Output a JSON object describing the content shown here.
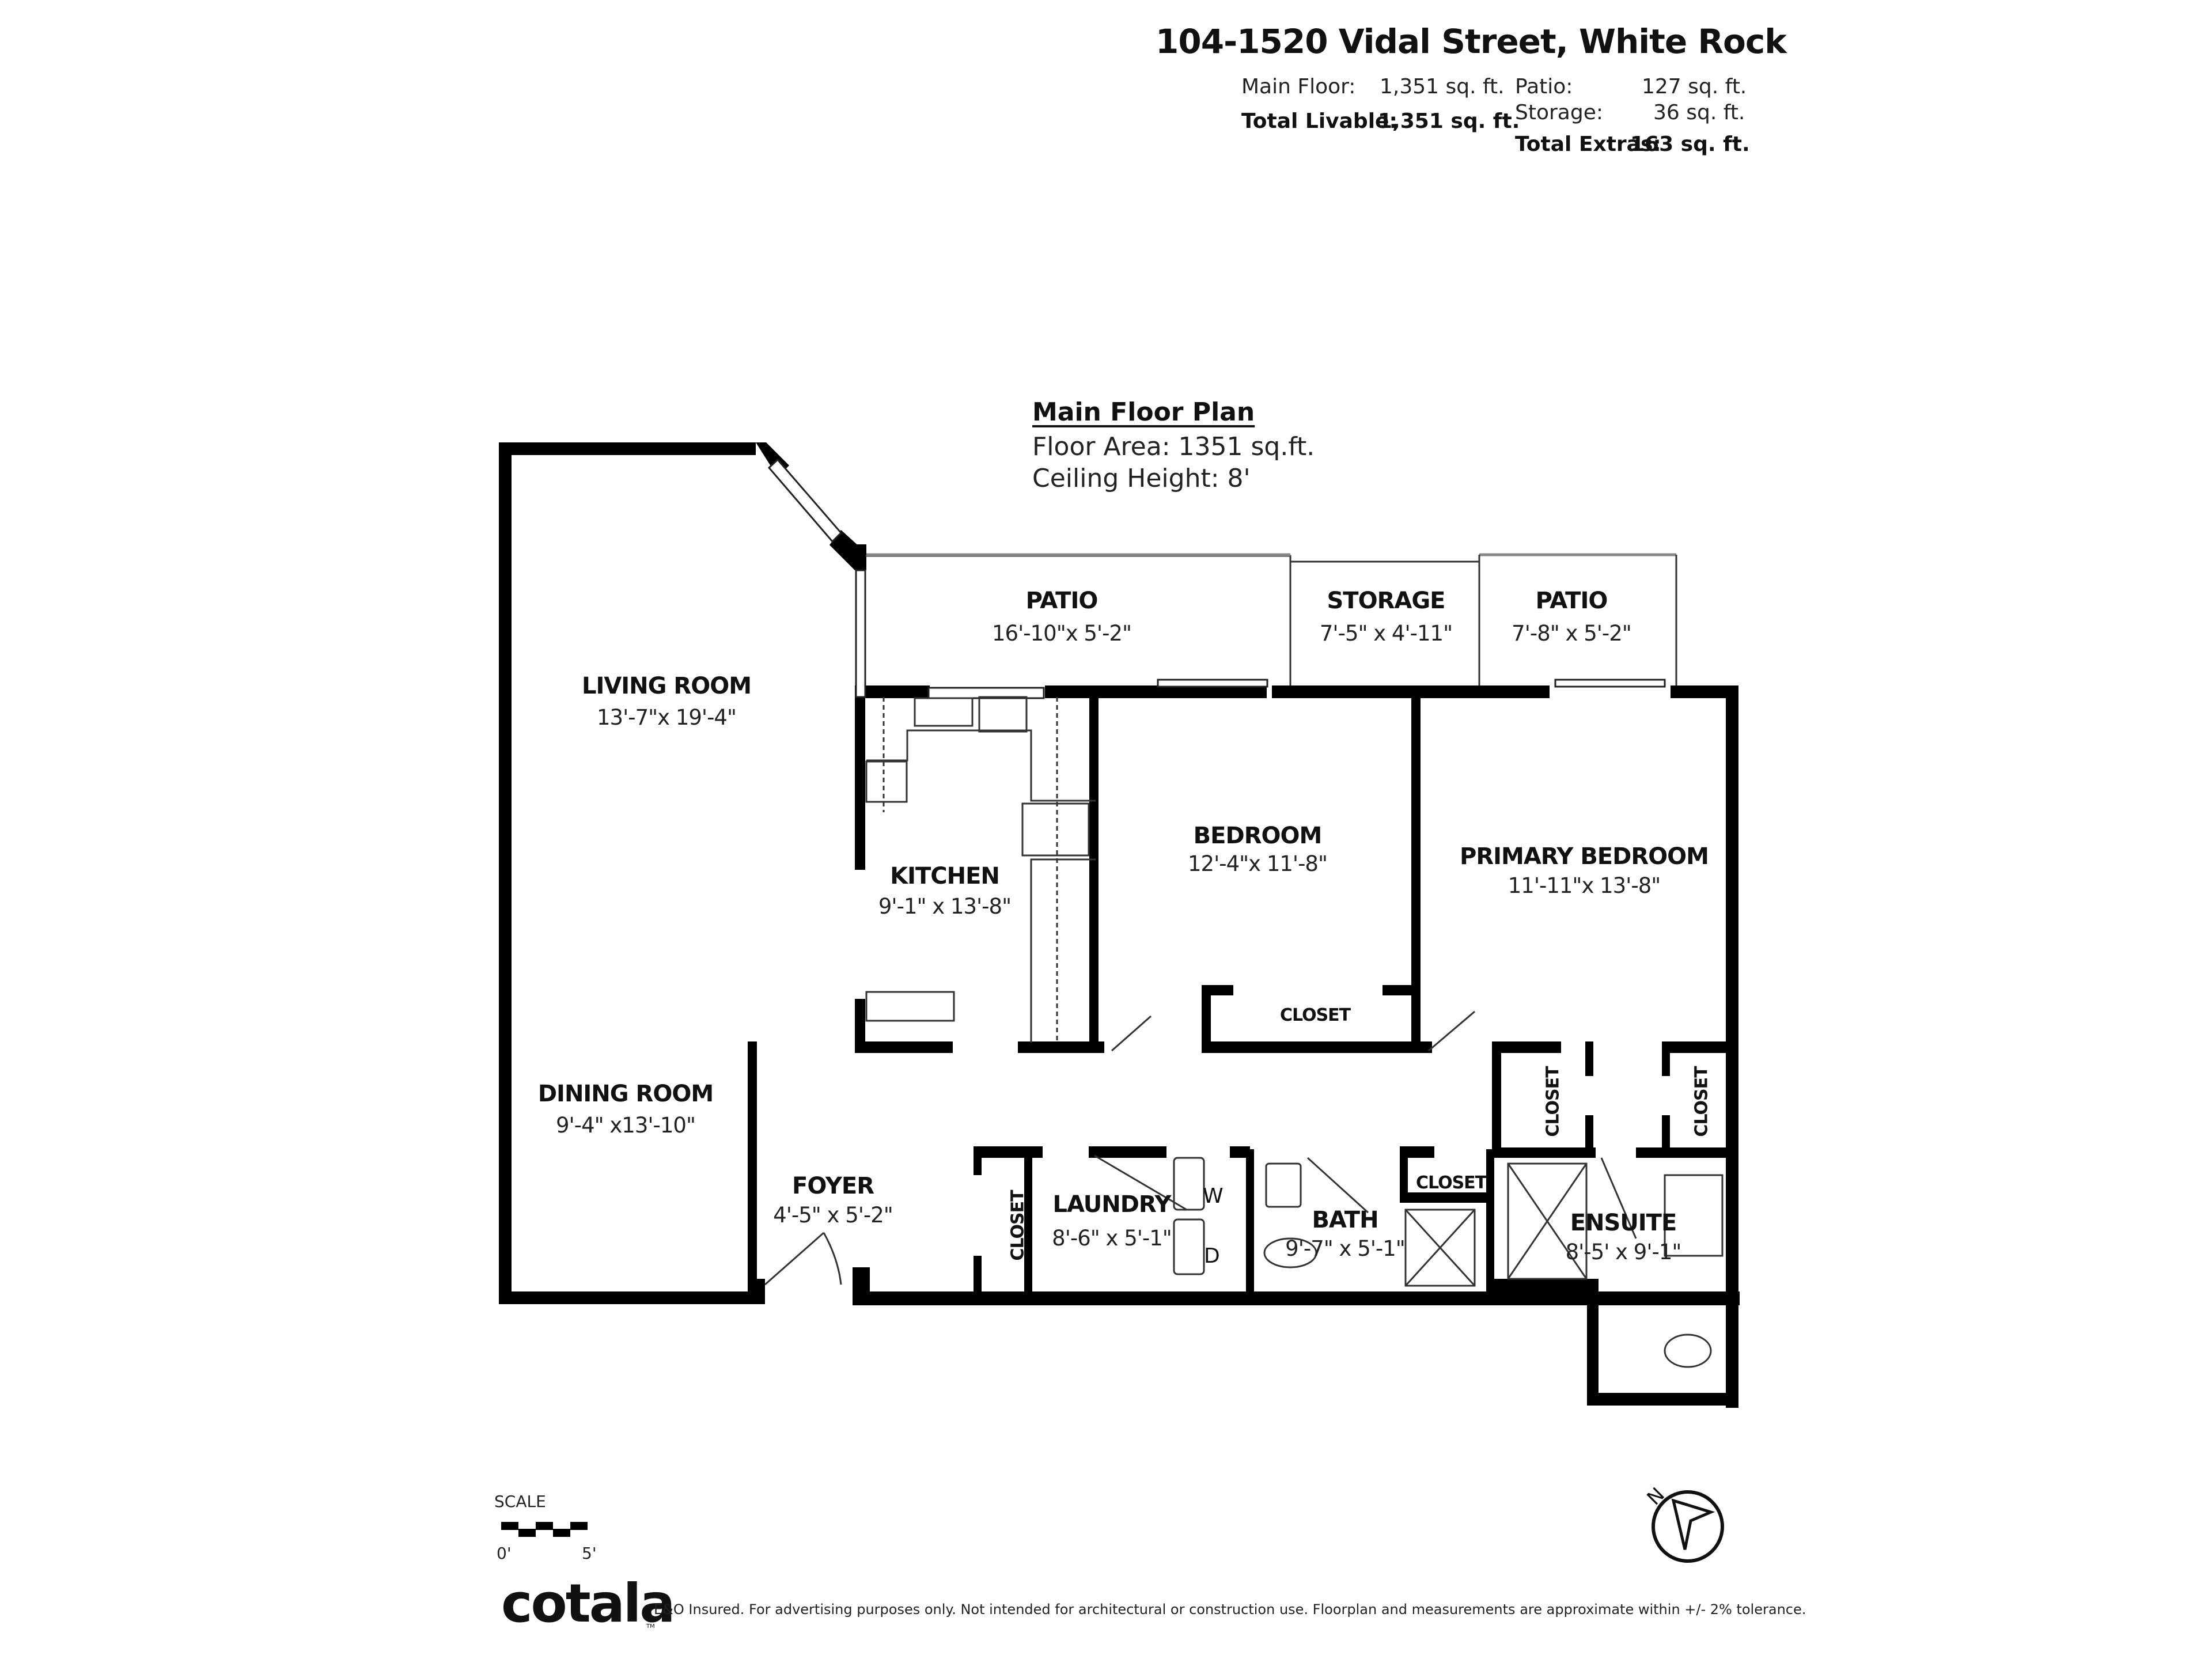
{
  "header": {
    "address": "104-1520 Vidal Street, White Rock",
    "main_floor_label": "Main Floor:",
    "main_floor_value": "1,351 sq. ft.",
    "total_livable_label": "Total Livable:",
    "total_livable_value": "1,351 sq. ft.",
    "patio_label": "Patio:",
    "patio_value": "127 sq. ft.",
    "storage_label": "Storage:",
    "storage_value": "36 sq. ft.",
    "total_extras_label": "Total Extras:",
    "total_extras_value": "163 sq. ft."
  },
  "plan_header": {
    "title": "Main Floor Plan",
    "floor_area": "Floor Area: 1351 sq.ft.",
    "ceiling_height": "Ceiling Height: 8'"
  },
  "rooms": {
    "patio_left": {
      "name": "PATIO",
      "dims": "16'-10\"x 5'-2\""
    },
    "storage": {
      "name": "STORAGE",
      "dims": "7'-5\" x 4'-11\""
    },
    "patio_right": {
      "name": "PATIO",
      "dims": "7'-8\" x 5'-2\""
    },
    "living_room": {
      "name": "LIVING ROOM",
      "dims": "13'-7\"x 19'-4\""
    },
    "kitchen": {
      "name": "KITCHEN",
      "dims": "9'-1\" x 13'-8\""
    },
    "bedroom": {
      "name": "BEDROOM",
      "dims": "12'-4\"x 11'-8\""
    },
    "primary_bedroom": {
      "name": "PRIMARY BEDROOM",
      "dims": "11'-11\"x 13'-8\""
    },
    "dining_room": {
      "name": "DINING ROOM",
      "dims": "9'-4\" x13'-10\""
    },
    "foyer": {
      "name": "FOYER",
      "dims": "4'-5\" x 5'-2\""
    },
    "laundry": {
      "name": "LAUNDRY",
      "dims": "8'-6\" x 5'-1\""
    },
    "bath": {
      "name": "BATH",
      "dims": "9'-7\" x 5'-1\""
    },
    "ensuite": {
      "name": "ENSUITE",
      "dims": "8'-5' x 9'-1\""
    },
    "closet_label": "CLOSET"
  },
  "fixtures": {
    "washer": "W",
    "dryer": "D"
  },
  "scale": {
    "label": "SCALE",
    "start": "0'",
    "end": "5'"
  },
  "compass": {
    "north_label": "N",
    "icon": "north-arrow-icon"
  },
  "footer": {
    "logo": "cotala",
    "tm": "TM",
    "disclaimer": "E&O Insured. For advertising purposes only. Not intended for architectural or construction use. Floorplan and measurements are approximate within +/- 2% tolerance."
  }
}
